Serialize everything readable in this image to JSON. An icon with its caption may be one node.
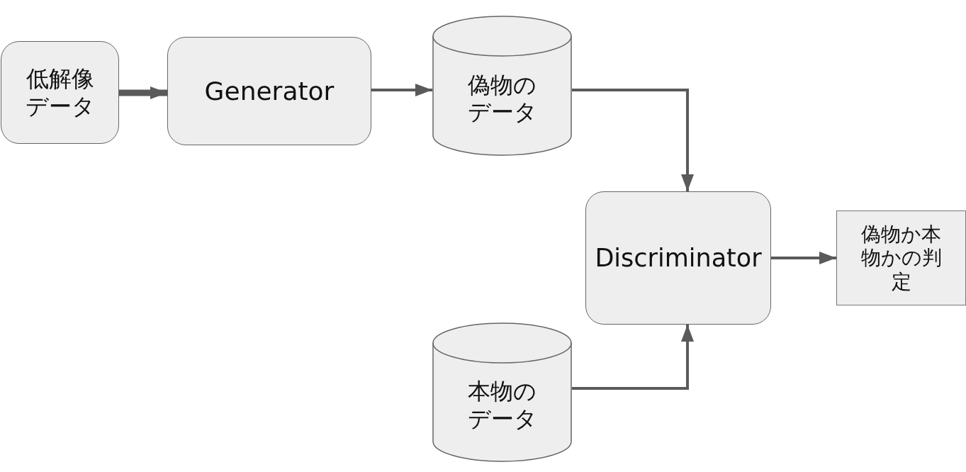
{
  "diagram": {
    "nodes": [
      {
        "text": [
          "低解像データ"
        ]
      },
      {
        "text": [
          "Generator"
        ]
      },
      {
        "text": [
          "偽物のデータ"
        ]
      },
      {
        "text": [
          "Discriminator"
        ]
      },
      {
        "text": [
          "偽物か本物かの判定"
        ]
      },
      {
        "text": [
          "本物のデータ"
        ]
      }
    ],
    "edges": [
      {
        "from": 0,
        "to": 1,
        "arrow": "to",
        "style": "thick"
      },
      {
        "from": 1,
        "to": 2,
        "arrow": "to"
      },
      {
        "from": 2,
        "to": 3,
        "arrow": "to"
      },
      {
        "from": 5,
        "to": 3,
        "arrow": "to"
      },
      {
        "from": 3,
        "to": 4,
        "arrow": "to"
      }
    ]
  }
}
